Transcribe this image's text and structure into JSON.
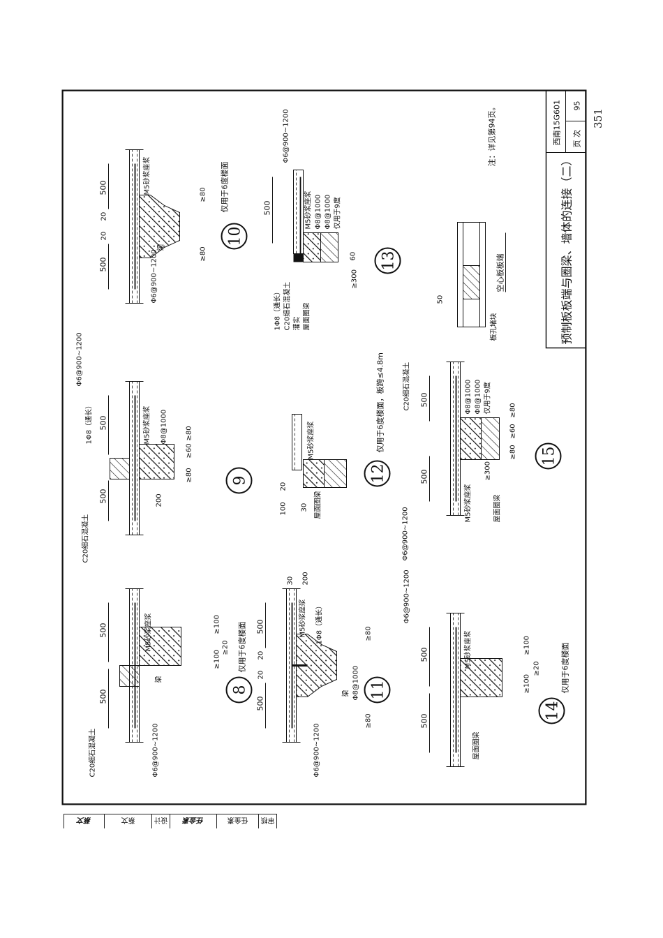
{
  "page_number": "351",
  "title_block": {
    "title": "预制板板端与圈梁、墙体的连接（二）",
    "atlas_code": "西南15G601",
    "page_label": "页 次",
    "page_value": "95"
  },
  "signature_row": [
    "审核",
    "任金素",
    "任金素",
    "设计",
    "蔡文",
    "蔡文"
  ],
  "note": "注：详见第94页。",
  "details": {
    "d8": {
      "num": "8",
      "concrete": "C20细石混凝土",
      "mortar": "M5砂浆座浆",
      "beam": "梁",
      "rebar": "Φ6@900~1200",
      "dim1": "500",
      "dim2": "500",
      "min1": "≥100",
      "min2": "≥100",
      "min3": "≥20",
      "note": "仅用于6度楼面"
    },
    "d9": {
      "num": "9",
      "concrete": "C20细石混凝土",
      "bar": "1Φ8（通长）",
      "mortar": "M5砂浆座浆",
      "tie": "Φ8@1000",
      "rebar": "Φ6@900~1200",
      "dim1": "500",
      "dim2": "500",
      "dim3": "200",
      "min1": "≥80",
      "min2": "≥80",
      "min3": "≥60"
    },
    "d10": {
      "num": "10",
      "mortar": "M5砂浆座浆",
      "beam": "梁",
      "rebar": "Φ6@900~1200",
      "dim1": "500",
      "dim2": "500",
      "g1": "20",
      "g2": "20",
      "min1": "≥80",
      "min2": "≥80",
      "note": "仅用于6度楼面"
    },
    "d11": {
      "num": "11",
      "mortar": "M5砂浆座浆",
      "bar": "1Φ8（通长）",
      "beam": "梁",
      "tie": "Φ8@1000",
      "rebar": "Φ6@900~1200",
      "dim1": "500",
      "dim2": "500",
      "g1": "20",
      "g2": "20",
      "dim3": "200",
      "dim4": "30",
      "min1": "≥80",
      "min2": "≥80"
    },
    "d12": {
      "num": "12",
      "mortar": "M5砂浆座浆",
      "beam": "屋面圈梁",
      "dim1": "100",
      "dim2": "20",
      "dim3": "30",
      "note": "仅用于6度楼面，板跨≤4.8m"
    },
    "d13": {
      "num": "13",
      "bar": "1Φ8（通长）",
      "concrete": "C20细石混凝土",
      "fill": "灌实",
      "beam": "屋面圈梁",
      "mortar": "M5砂浆座浆",
      "tie1": "Φ8@1000",
      "tie2": "Φ8@1000",
      "rebar": "Φ6@900~1200",
      "note": "仅用于9度",
      "dim1": "500",
      "dim2": "60",
      "dim3": "≥300"
    },
    "d14": {
      "num": "14",
      "beam": "屋面圈梁",
      "mortar": "M5砂浆座浆",
      "rebar": "Φ6@900~1200",
      "dim1": "500",
      "dim2": "500",
      "min1": "≥100",
      "min2": "≥100",
      "min3": "≥20",
      "note": "仅用于6度楼面"
    },
    "d15": {
      "num": "15",
      "concrete": "C20细石混凝土",
      "tie1": "Φ8@1000",
      "tie2": "Φ8@1000",
      "note": "仅用于9度",
      "mortar": "M5砂浆座浆",
      "beam": "屋面圈梁",
      "rebar": "Φ6@900~1200",
      "dim1": "500",
      "dim2": "500",
      "dim3": "≥300",
      "min1": "≥80",
      "min2": "≥80",
      "min3": "≥60"
    },
    "hollow": {
      "label": "空心板板端",
      "plug": "板孔堵块",
      "dim": "50"
    }
  }
}
